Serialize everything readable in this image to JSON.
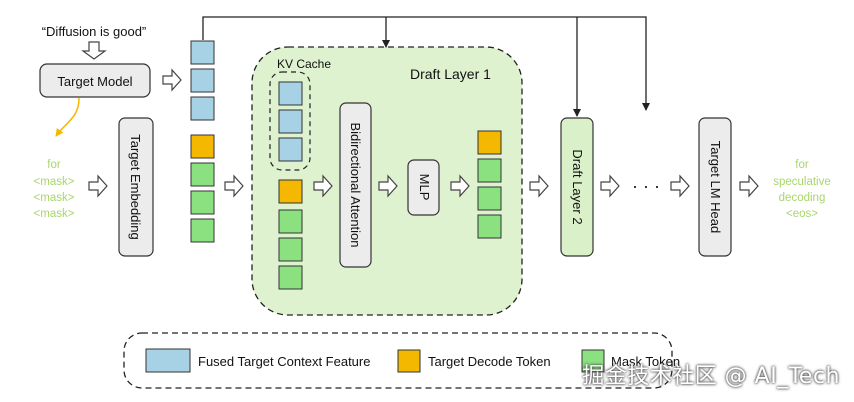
{
  "input_prompt": "“Diffusion is good”",
  "target_model": "Target Model",
  "target_embedding": "Target Embedding",
  "left_annotation": [
    "for",
    "<mask>",
    "<mask>",
    "<mask>"
  ],
  "kv_cache": "KV Cache",
  "draft_layer_1": "Draft Layer 1",
  "bidirectional_attention": "Bidirectional Attention",
  "mlp": "MLP",
  "draft_layer_2": "Draft Layer 2",
  "ellipsis": "· · ·",
  "target_lm_head": "Target LM Head",
  "right_annotation": [
    "for",
    "speculative",
    "decoding",
    "<eos>"
  ],
  "legend": {
    "fused": "Fused Target Context Feature",
    "decode": "Target Decode Token",
    "mask": "Mask Token"
  },
  "watermark": "掘金技术社区 @ AI_Tech",
  "colors": {
    "fused_feature": "#a7d2e6",
    "decode_token": "#f5b800",
    "mask_token": "#8be07f",
    "draft_region": "#dff2cf",
    "annotation_green": "#a9d66b"
  }
}
